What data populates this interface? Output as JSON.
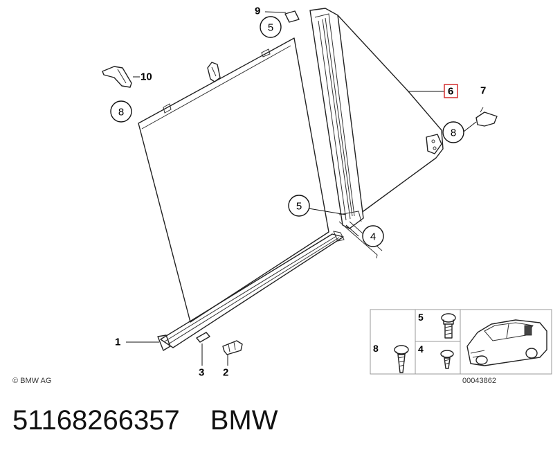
{
  "callouts": {
    "c5_top": "5",
    "c8_left": "8",
    "c8_right": "8",
    "c5_mid": "5",
    "c4": "4"
  },
  "labels": {
    "n9": "9",
    "n10": "10",
    "n6": "6",
    "n7": "7",
    "n1": "1",
    "n3": "3",
    "n2": "2"
  },
  "legend": {
    "n5": "5",
    "n8": "8",
    "n4": "4",
    "ref": "00043862"
  },
  "copyright": "© BMW AG",
  "footer": {
    "part_number": "51168266357",
    "brand": "BMW"
  },
  "colors": {
    "highlight_box": "#d32f2f",
    "line": "#222222"
  }
}
